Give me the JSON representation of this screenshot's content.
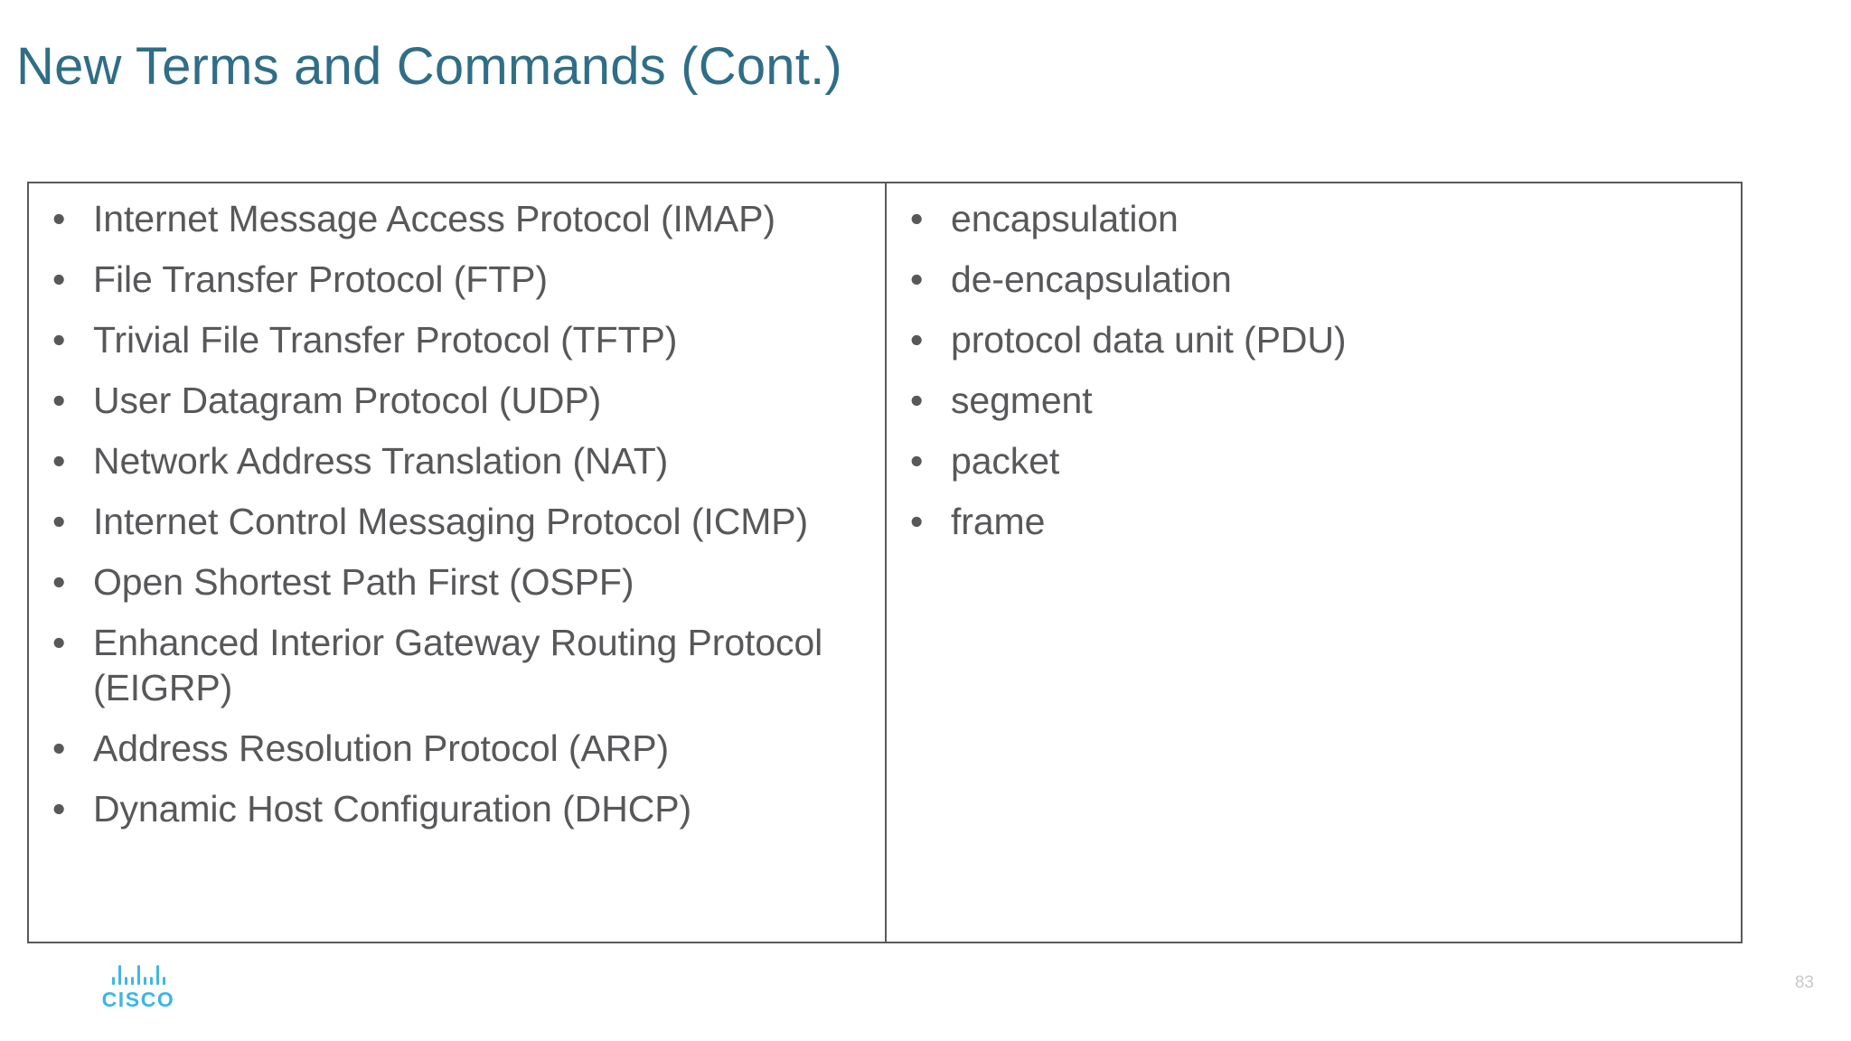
{
  "slide": {
    "title": "New Terms and Commands (Cont.)",
    "title_color": "#2f6e86",
    "body_text_color": "#58585b",
    "border_color": "#5a5a5c",
    "background": "#ffffff",
    "page_number": "83"
  },
  "terms_table": {
    "bullet_glyph": "•",
    "left_column": {
      "items": [
        "Internet Message Access Protocol (IMAP)",
        "File Transfer Protocol (FTP)",
        "Trivial File Transfer Protocol (TFTP)",
        "User Datagram Protocol (UDP)",
        "Network Address Translation (NAT)",
        "Internet Control Messaging Protocol (ICMP)",
        "Open Shortest Path First (OSPF)",
        "Enhanced Interior Gateway Routing Protocol (EIGRP)",
        "Address Resolution Protocol (ARP)",
        "Dynamic Host Configuration (DHCP)"
      ]
    },
    "right_column": {
      "items": [
        "encapsulation",
        "de-encapsulation",
        "protocol data unit (PDU)",
        "segment",
        "packet",
        "frame"
      ]
    }
  },
  "branding": {
    "logo_name": "cisco-logo",
    "wordmark": "CISCO",
    "logo_color": "#41b6e6",
    "bar_pattern": [
      "s",
      "l",
      "s",
      "s",
      "l",
      "s",
      "s",
      "l",
      "s"
    ]
  }
}
